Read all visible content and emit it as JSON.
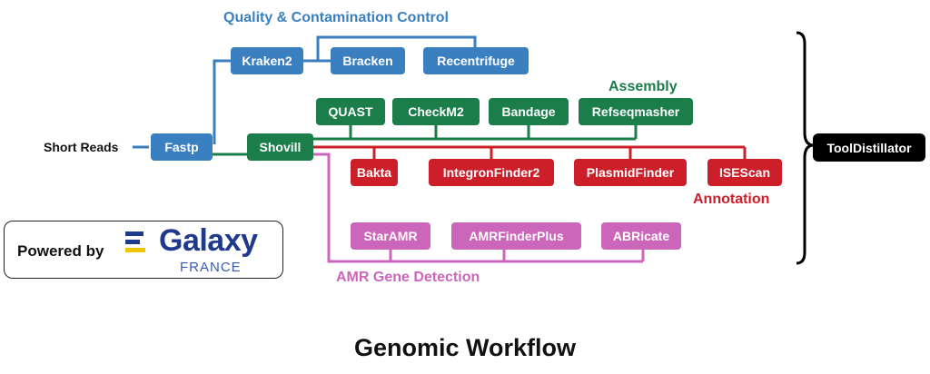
{
  "title": "Genomic Workflow",
  "input_label": "Short Reads",
  "colors": {
    "qc": "#3a7fc0",
    "assembly": "#1a7d4a",
    "annotation": "#cc1f2a",
    "amr": "#cc66bb",
    "output": "#000000"
  },
  "groups": {
    "qc": "Quality & Contamination Control",
    "assembly": "Assembly",
    "annotation": "Annotation",
    "amr": "AMR Gene Detection"
  },
  "nodes": {
    "fastp": "Fastp",
    "kraken2": "Kraken2",
    "bracken": "Bracken",
    "recentrifuge": "Recentrifuge",
    "shovill": "Shovill",
    "quast": "QUAST",
    "checkm2": "CheckM2",
    "bandage": "Bandage",
    "refseqmasher": "Refseqmasher",
    "bakta": "Bakta",
    "integronfinder2": "IntegronFinder2",
    "plasmidfinder": "PlasmidFinder",
    "isescan": "ISEScan",
    "staramr": "StarAMR",
    "amrfinderplus": "AMRFinderPlus",
    "abricate": "ABRicate",
    "tooldistillator": "ToolDistillator"
  },
  "logo": {
    "powered_by": "Powered by",
    "name": "Galaxy",
    "country": "FRANCE"
  }
}
